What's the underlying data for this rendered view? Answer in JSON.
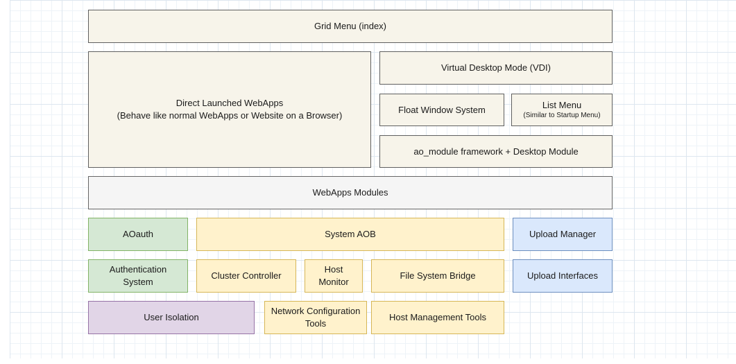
{
  "diagram": {
    "boxes": {
      "grid_menu": {
        "label": "Grid Menu (index)"
      },
      "direct_webapps": {
        "label": "Direct Launched WebApps",
        "sublabel": "(Behave like normal WebApps or Website on a Browser)"
      },
      "vdi": {
        "label": "Virtual Desktop Mode (VDI)"
      },
      "float_window": {
        "label": "Float Window System"
      },
      "list_menu": {
        "label": "List Menu",
        "sublabel": "(Similar to Startup Menu)"
      },
      "ao_module": {
        "label": "ao_module framework + Desktop Module"
      },
      "webapps_modules": {
        "label": "WebApps Modules"
      },
      "aoauth": {
        "label": "AOauth"
      },
      "system_aob": {
        "label": "System AOB"
      },
      "upload_manager": {
        "label": "Upload Manager"
      },
      "auth_system": {
        "label": "Authentication System"
      },
      "cluster_controller": {
        "label": "Cluster Controller"
      },
      "host_monitor": {
        "label": "Host Monitor"
      },
      "fs_bridge": {
        "label": "File System Bridge"
      },
      "upload_interfaces": {
        "label": "Upload Interfaces"
      },
      "user_isolation": {
        "label": "User Isolation"
      },
      "network_config": {
        "label": "Network Configuration Tools"
      },
      "host_mgmt": {
        "label": "Host Management Tools"
      }
    },
    "colors": {
      "cream_fill": "#f7f4ea",
      "gray_fill": "#f5f5f5",
      "green_fill": "#d5e8d4",
      "green_border": "#82b366",
      "yellow_fill": "#fff2cc",
      "yellow_border": "#d6b656",
      "blue_fill": "#dae8fc",
      "blue_border": "#6c8ebf",
      "purple_fill": "#e1d5e7",
      "purple_border": "#9673a6",
      "grid_line": "#dde6ef"
    }
  }
}
